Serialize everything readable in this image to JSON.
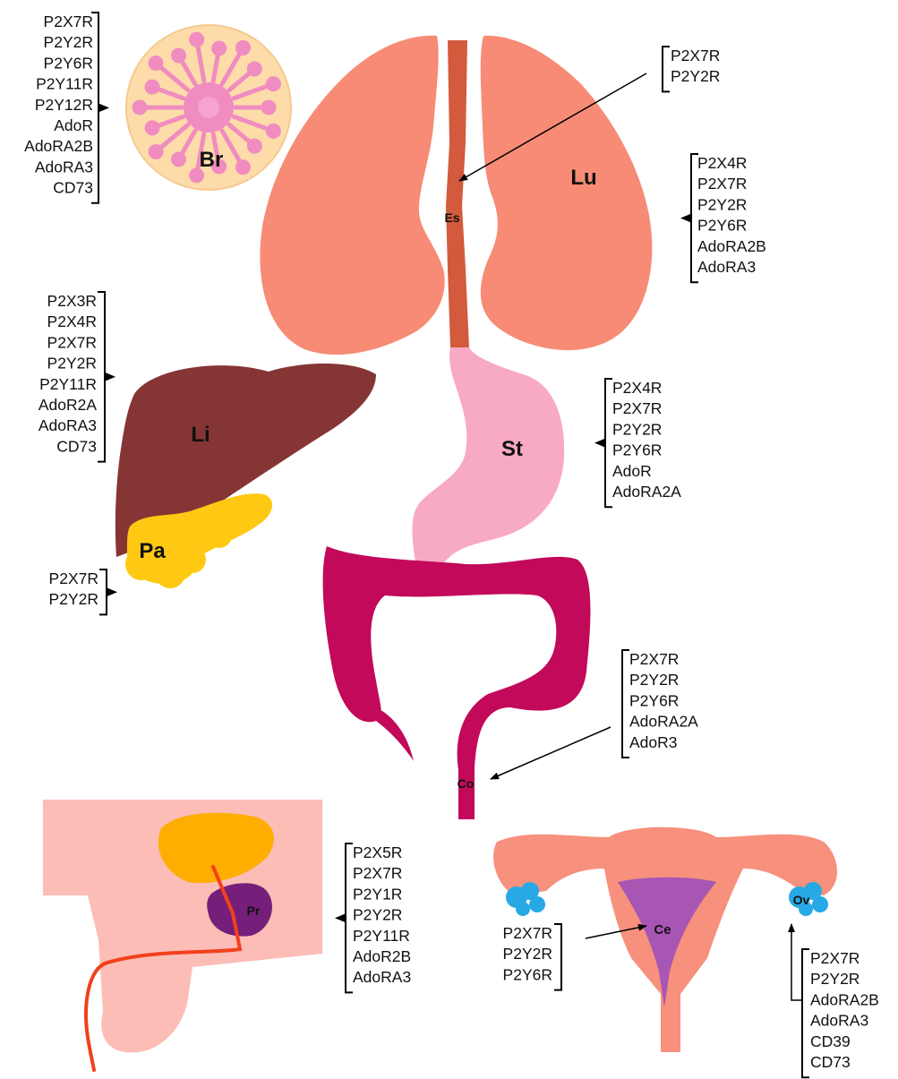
{
  "organs": {
    "brain": {
      "abbr": "Br",
      "receptors": [
        "P2X7R",
        "P2Y2R",
        "P2Y6R",
        "P2Y11R",
        "P2Y12R",
        "AdoR",
        "AdoRA2B",
        "AdoRA3",
        "CD73"
      ]
    },
    "esophagus": {
      "abbr": "Es",
      "receptors": [
        "P2X7R",
        "P2Y2R"
      ]
    },
    "lung": {
      "abbr": "Lu",
      "receptors": [
        "P2X4R",
        "P2X7R",
        "P2Y2R",
        "P2Y6R",
        "AdoRA2B",
        "AdoRA3"
      ]
    },
    "liver": {
      "abbr": "Li",
      "receptors": [
        "P2X3R",
        "P2X4R",
        "P2X7R",
        "P2Y2R",
        "P2Y11R",
        "AdoR2A",
        "AdoRA3",
        "CD73"
      ]
    },
    "stomach": {
      "abbr": "St",
      "receptors": [
        "P2X4R",
        "P2X7R",
        "P2Y2R",
        "P2Y6R",
        "AdoR",
        "AdoRA2A"
      ]
    },
    "pancreas": {
      "abbr": "Pa",
      "receptors": [
        "P2X7R",
        "P2Y2R"
      ]
    },
    "colon": {
      "abbr": "Co",
      "receptors": [
        "P2X7R",
        "P2Y2R",
        "P2Y6R",
        "AdoRA2A",
        "AdoR3"
      ]
    },
    "prostate": {
      "abbr": "Pr",
      "receptors": [
        "P2X5R",
        "P2X7R",
        "P2Y1R",
        "P2Y2R",
        "P2Y11R",
        "AdoR2B",
        "AdoRA3"
      ]
    },
    "cervix": {
      "abbr": "Ce",
      "receptors": [
        "P2X7R",
        "P2Y2R",
        "P2Y6R"
      ]
    },
    "ovary": {
      "abbr": "Ov",
      "receptors": [
        "P2X7R",
        "P2Y2R",
        "AdoRA2B",
        "AdoRA3",
        "CD39",
        "CD73"
      ]
    }
  },
  "colors": {
    "brain_bg": "#fddcaa",
    "brain_pattern": "#f08cbf",
    "lung": "#f78b75",
    "esophagus": "#d35a3c",
    "liver": "#863535",
    "pancreas": "#ffc913",
    "stomach": "#f8a9c6",
    "colon": "#c2095a",
    "body": "#fbbdb6",
    "bladder": "#ffad00",
    "prostate": "#761f7a",
    "urethra": "#f2401c",
    "uterus": "#f7907c",
    "cervix_cavity": "#a856b4",
    "ovary": "#28a9e6"
  }
}
